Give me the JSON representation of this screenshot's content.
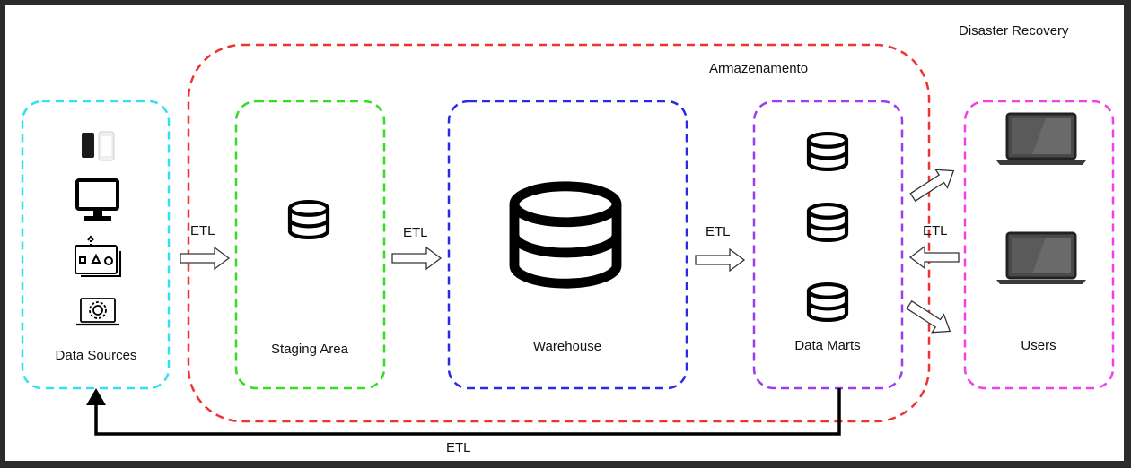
{
  "title": "Disaster Recovery",
  "storage_label": "Armazenamento",
  "nodes": {
    "data_sources": "Data Sources",
    "staging": "Staging Area",
    "warehouse": "Warehouse",
    "data_marts": "Data Marts",
    "users": "Users"
  },
  "edges": {
    "etl_sources_staging": "ETL",
    "etl_staging_warehouse": "ETL",
    "etl_warehouse_marts": "ETL",
    "etl_users_marts": "ETL",
    "etl_feedback": "ETL"
  },
  "colors": {
    "data_sources": "#33e0f2",
    "storage": "#ee3333",
    "staging": "#33dd22",
    "warehouse": "#2a2ae6",
    "data_marts": "#9a3ff0",
    "users": "#f040e8"
  },
  "icons": {
    "data_sources": [
      "mobile-phones-icon",
      "monitor-icon",
      "data-input-icon",
      "settings-laptop-icon"
    ],
    "staging": "database-icon",
    "warehouse": "database-icon",
    "data_marts": [
      "database-icon",
      "database-icon",
      "database-icon"
    ],
    "users": [
      "laptop-icon",
      "laptop-icon"
    ]
  }
}
